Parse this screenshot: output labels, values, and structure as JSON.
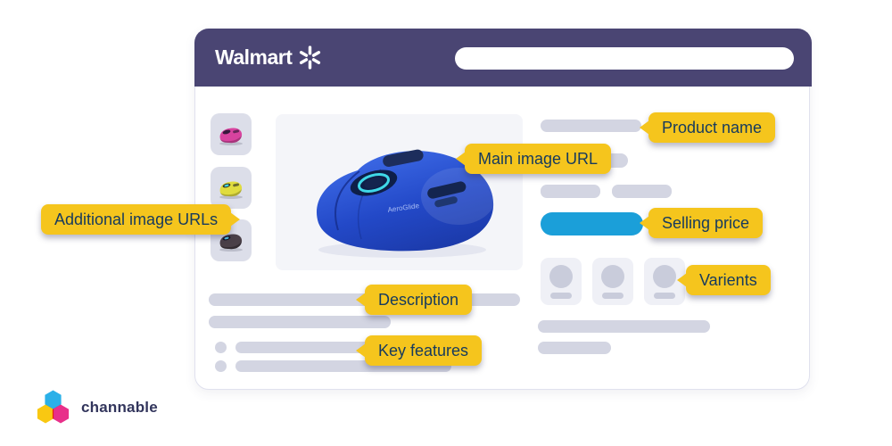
{
  "colors": {
    "header_bg": "#4a4573",
    "card_border": "#e0e1ee",
    "label_bg": "#f5c51d",
    "label_text": "#163a5e",
    "price_pill": "#1b9fd9",
    "bar": "#d3d5e2",
    "thumb_bg": "#dcdee9",
    "variant_bg": "#eff0f6",
    "variant_inner": "#c9ccdb",
    "main_image_bg": "#f4f5f9"
  },
  "header": {
    "logo_text": "Walmart"
  },
  "callouts": {
    "product_name": "Product name",
    "main_image_url": "Main image URL",
    "additional_image_urls": "Additional image URLs",
    "selling_price": "Selling price",
    "variants": "Varients",
    "description": "Description",
    "key_features": "Key features"
  },
  "product_mock": {
    "brand_text_on_mouse": "AeroGlide",
    "main_mouse_color": "#2b50cc",
    "thumbnails": [
      {
        "name": "pink-mouse",
        "color": "#d8439f"
      },
      {
        "name": "yellow-mouse",
        "color": "#e0dc3e"
      },
      {
        "name": "black-mouse",
        "color": "#4a4048"
      }
    ],
    "variant_count": 3
  },
  "footer": {
    "channable_logo_text": "channable"
  }
}
